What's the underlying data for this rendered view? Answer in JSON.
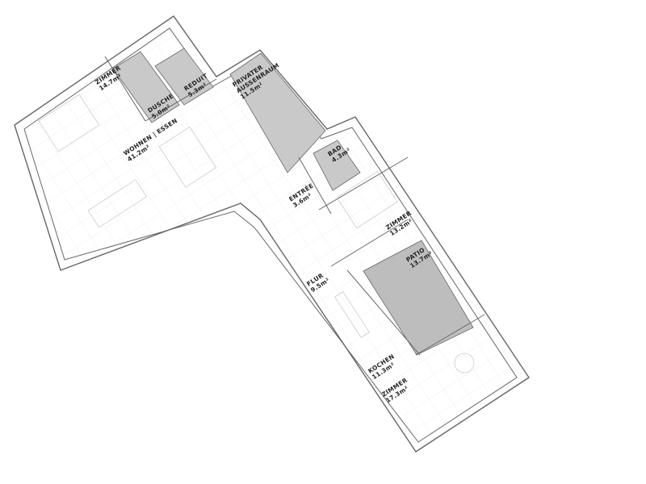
{
  "plan": {
    "rooms": [
      {
        "name": "ZIMMER",
        "area": "14.7m²"
      },
      {
        "name": "DUSCHE",
        "area": "5.0m²"
      },
      {
        "name": "REDUIT",
        "area": "5.3m²"
      },
      {
        "name": "PRIVATER",
        "name2": "AUSSENRAUM",
        "area": "11.5m²"
      },
      {
        "name": "WOHNEN | ESSEN",
        "area": "41.2m²"
      },
      {
        "name": "BAD",
        "area": "4.3m²"
      },
      {
        "name": "ENTRÉE",
        "area": "3.6m²"
      },
      {
        "name": "ZIMMER",
        "area": "13.2m²"
      },
      {
        "name": "PATIO",
        "area": "13.7m²"
      },
      {
        "name": "FLUR",
        "area": "9.5m²"
      },
      {
        "name": "KOCHEN",
        "area": "11.3m²"
      },
      {
        "name": "ZIMMER",
        "area": "17.3m²"
      }
    ],
    "colors": {
      "wall": "#666666",
      "shaded": "#c9c9c9",
      "text": "#222222"
    }
  }
}
